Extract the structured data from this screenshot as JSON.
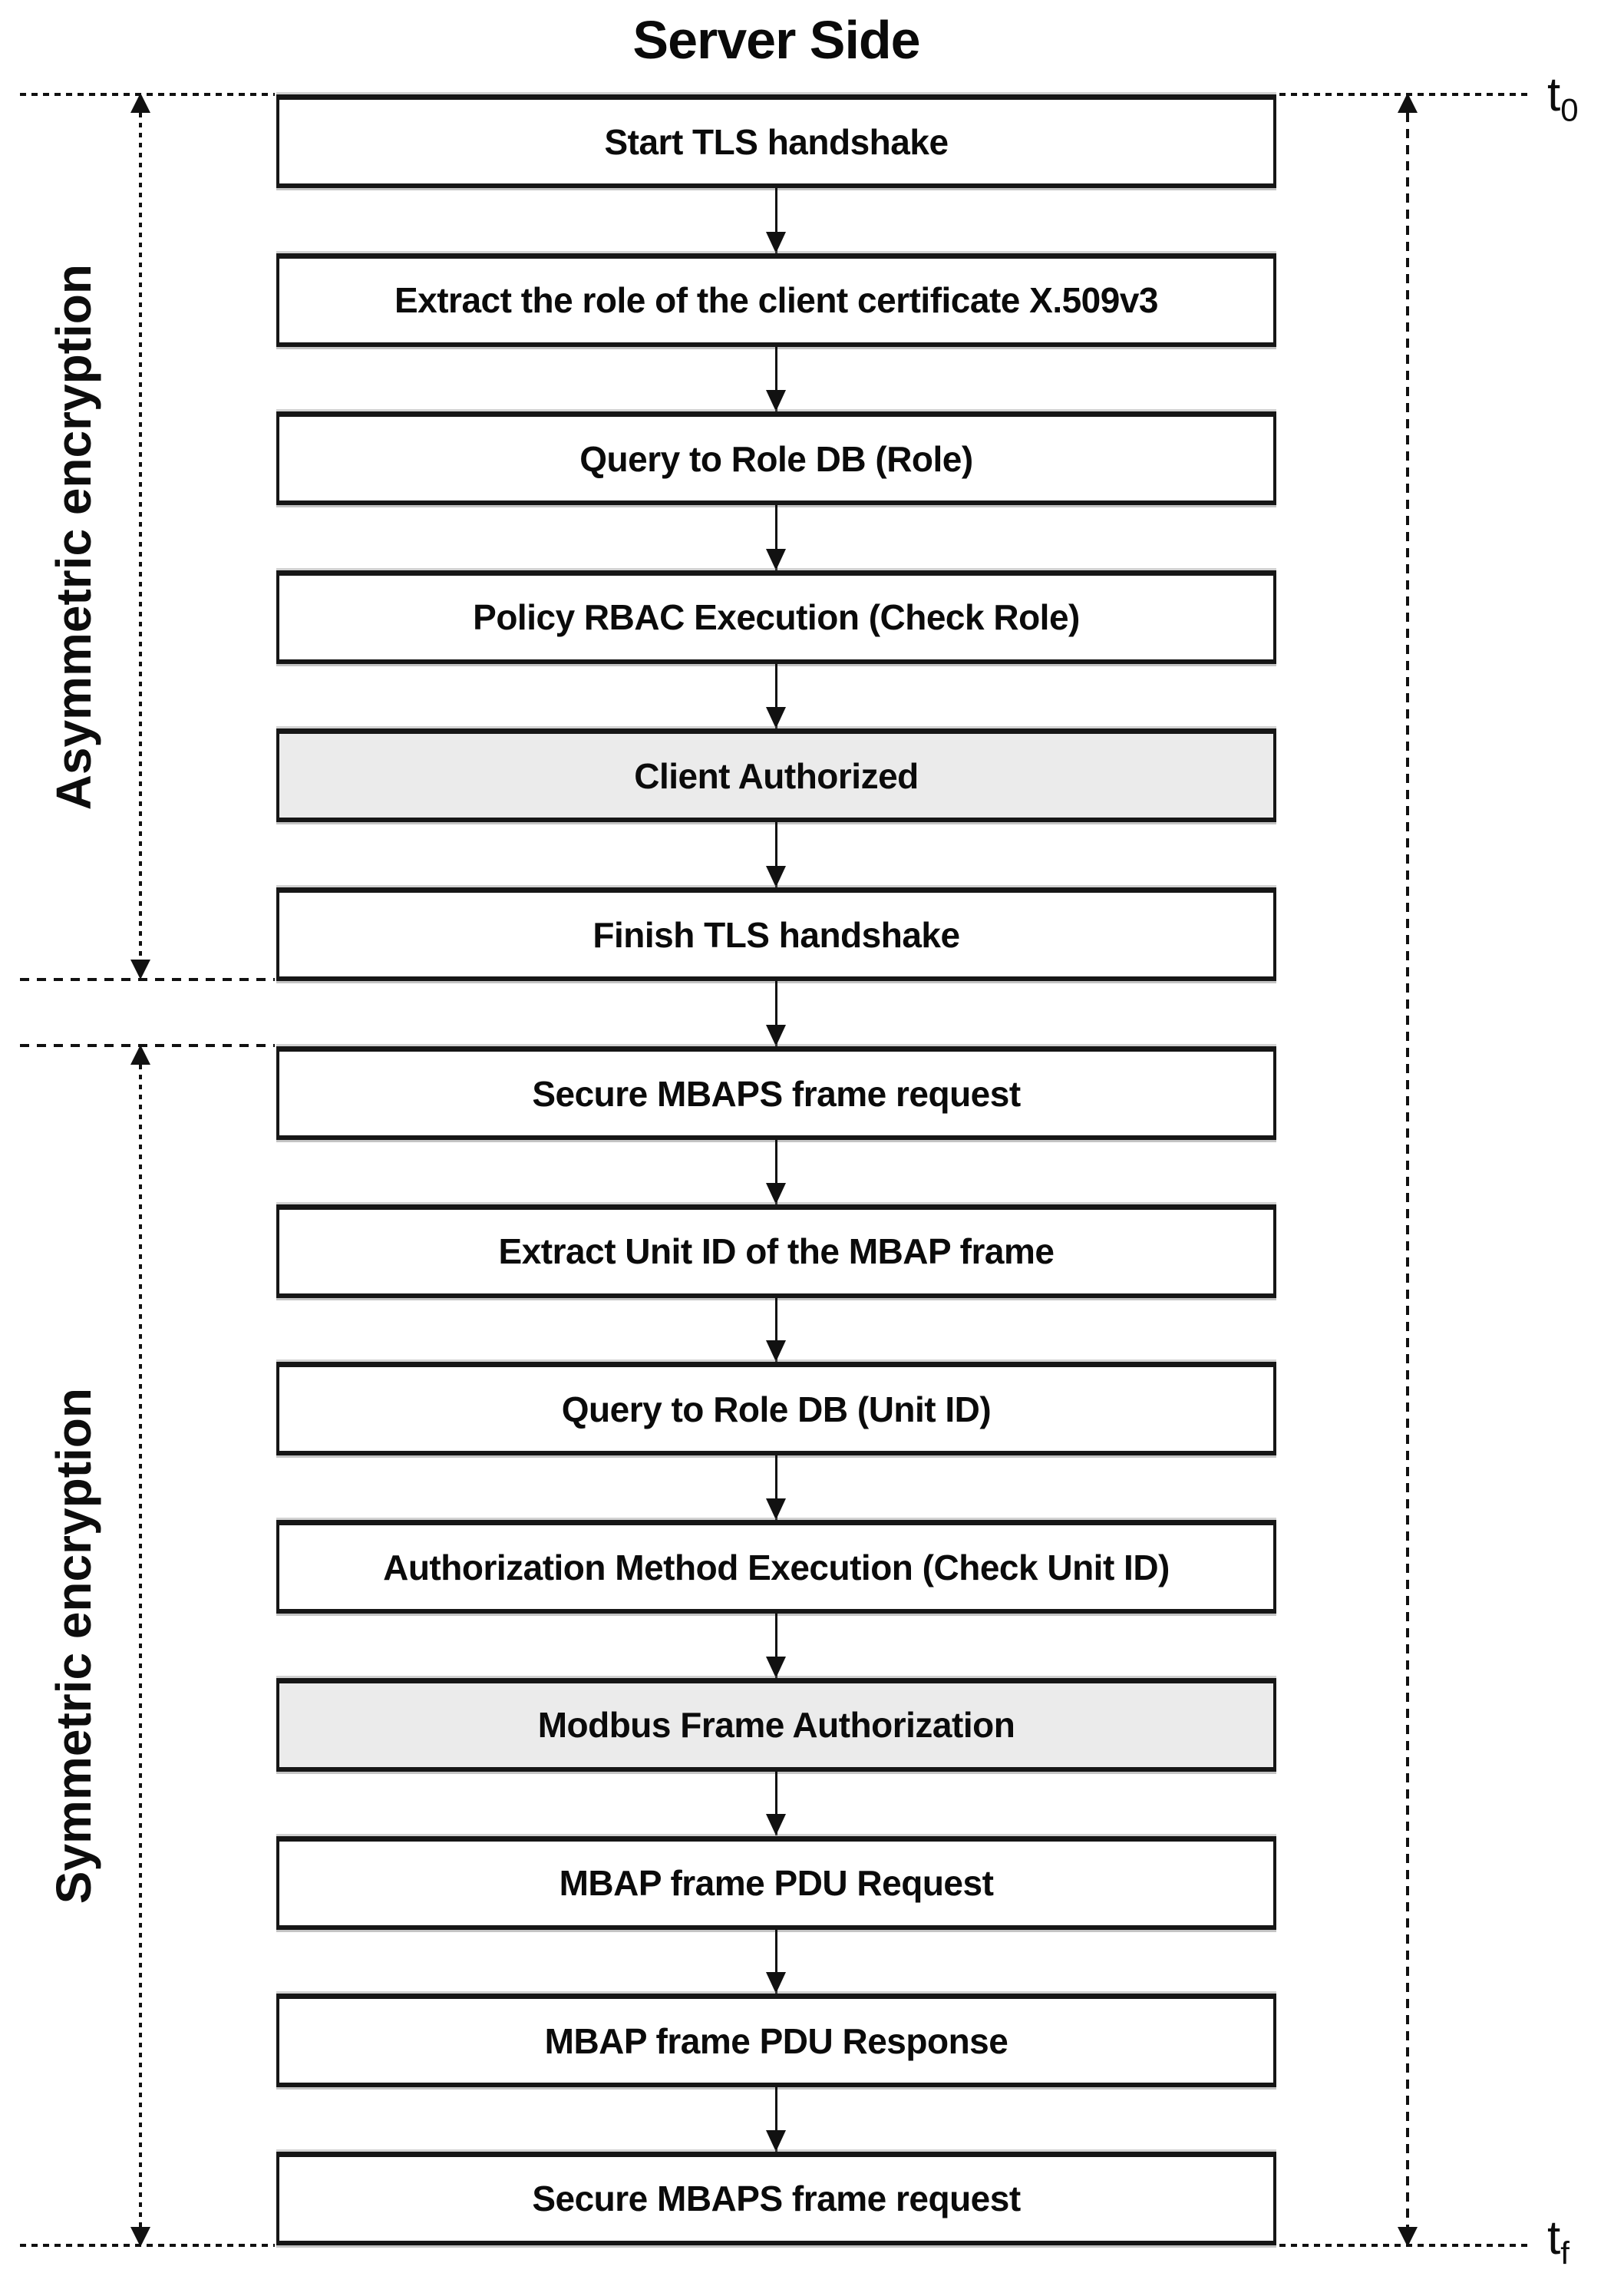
{
  "title": "Server Side",
  "timeline": {
    "start_label": "t",
    "start_sub": "0",
    "end_label": "t",
    "end_sub": "f"
  },
  "sections": [
    {
      "label": "Asymmetric encryption",
      "boxes": [
        {
          "label": "Start TLS handshake",
          "shaded": false
        },
        {
          "label": "Extract the role of the client certificate X.509v3",
          "shaded": false
        },
        {
          "label": "Query to Role DB (Role)",
          "shaded": false
        },
        {
          "label": "Policy RBAC Execution (Check Role)",
          "shaded": false
        },
        {
          "label": "Client Authorized",
          "shaded": true
        },
        {
          "label": "Finish TLS handshake",
          "shaded": false
        }
      ]
    },
    {
      "label": "Symmetric encryption",
      "boxes": [
        {
          "label": "Secure MBAPS frame request",
          "shaded": false
        },
        {
          "label": "Extract Unit ID of the MBAP frame",
          "shaded": false
        },
        {
          "label": "Query to Role DB (Unit ID)",
          "shaded": false
        },
        {
          "label": "Authorization Method Execution (Check Unit ID)",
          "shaded": false
        },
        {
          "label": "Modbus Frame Authorization",
          "shaded": true
        },
        {
          "label": "MBAP frame PDU Request",
          "shaded": false
        },
        {
          "label": "MBAP frame PDU Response",
          "shaded": false
        },
        {
          "label": "Secure MBAPS frame request",
          "shaded": false
        }
      ]
    }
  ],
  "colors": {
    "box_fill": "#ffffff",
    "shaded_box_fill": "#ebebeb",
    "stroke": "#111111"
  }
}
